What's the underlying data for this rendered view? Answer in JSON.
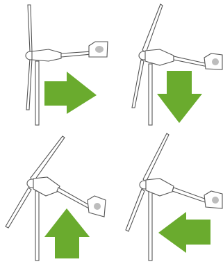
{
  "diagram": {
    "panels": [
      {
        "id": "turbine-1",
        "arrow_direction": "right"
      },
      {
        "id": "turbine-2",
        "arrow_direction": "down"
      },
      {
        "id": "turbine-3",
        "arrow_direction": "up"
      },
      {
        "id": "turbine-4",
        "arrow_direction": "left"
      }
    ],
    "colors": {
      "arrow": "#6aab2e",
      "outline": "#555555",
      "background": "#ffffff",
      "fin_logo": "#bdbdbd"
    }
  }
}
